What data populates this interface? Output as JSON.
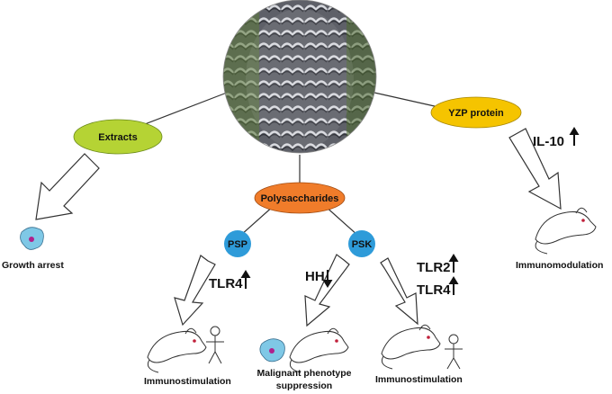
{
  "nodes": {
    "extracts": {
      "label": "Extracts",
      "color": "#b5d334"
    },
    "polysaccharides": {
      "label": "Polysaccharides",
      "color": "#f07c2a"
    },
    "yzp": {
      "label": "YZP protein",
      "color": "#f5c400"
    },
    "psp": {
      "label": "PSP",
      "color": "#2e9bd9"
    },
    "psk": {
      "label": "PSK",
      "color": "#2e9bd9"
    }
  },
  "markers": {
    "il10": "IL-10",
    "tlr4_psp": "TLR4",
    "hh": "HH",
    "tlr2": "TLR2",
    "tlr4_psk": "TLR4"
  },
  "outcomes": {
    "growth_arrest": "Growth arrest",
    "immunomodulation": "Immunomodulation",
    "immunostimulation_psp": "Immunostimulation",
    "malignant_line1": "Malignant phenotype",
    "malignant_line2": "suppression",
    "immunostimulation_psk": "Immunostimulation"
  },
  "colors": {
    "line": "#333333",
    "cell_fill": "#7fc8e6",
    "cell_dot": "#b0208c",
    "mouse_eye": "#c0203a"
  }
}
